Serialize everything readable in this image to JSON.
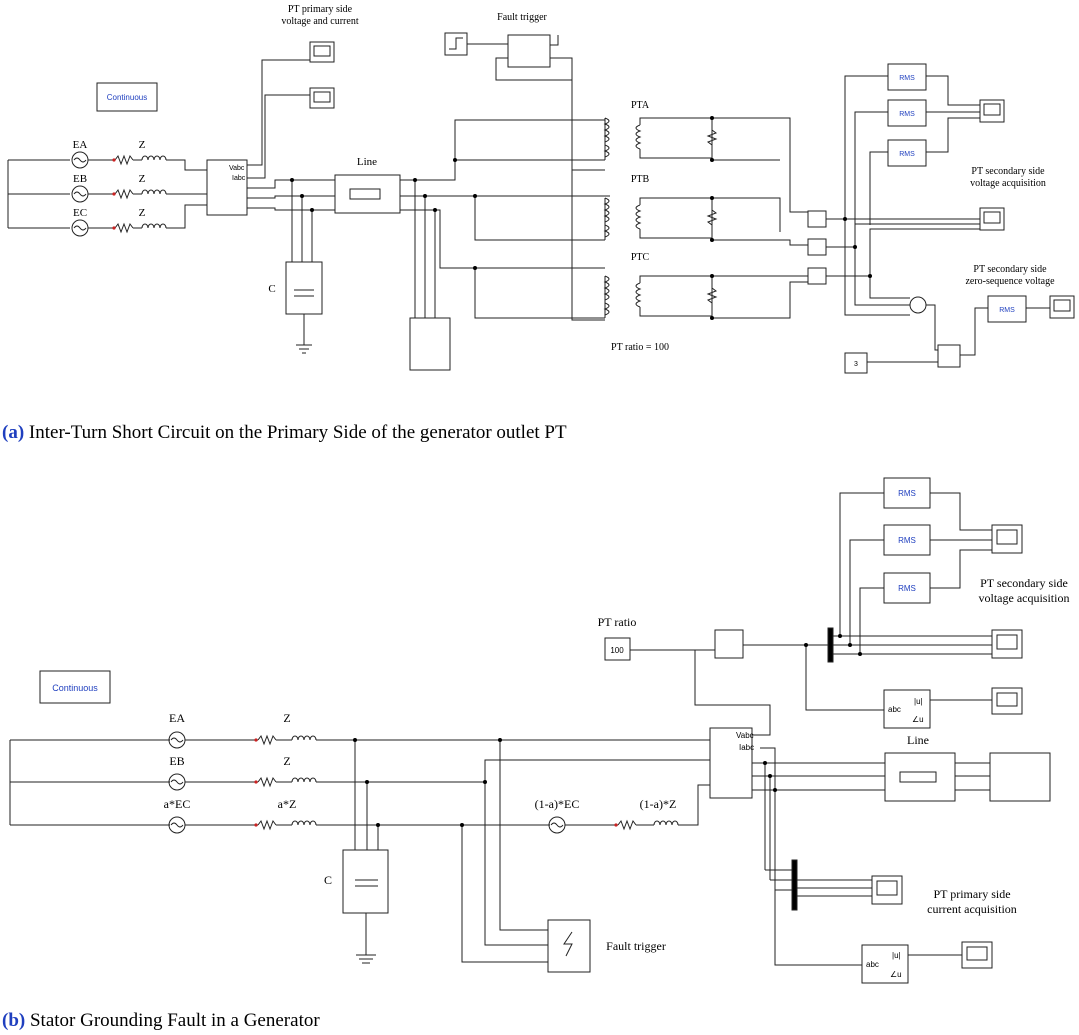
{
  "part_a": {
    "caption_letter": "(a)",
    "caption_text": " Inter-Turn Short Circuit on the Primary Side of the generator outlet PT",
    "solver": "Continuous",
    "sources": [
      "EA",
      "EB",
      "EC"
    ],
    "impedances": [
      "Z",
      "Z",
      "Z"
    ],
    "capacitor": "C",
    "line": "Line",
    "pt_primary_label": [
      "PT primary side",
      "voltage and current"
    ],
    "fault_trigger": "Fault trigger",
    "pts": [
      "PTA",
      "PTB",
      "PTC"
    ],
    "pt_ratio": "PT ratio = 100",
    "secondary_voltage_label": [
      "PT secondary side",
      "voltage acquisition"
    ],
    "zero_seq_label": [
      "PT secondary side",
      "zero-sequence voltage"
    ],
    "rms": "RMS",
    "gain_constant": "3"
  },
  "part_b": {
    "caption_letter": "(b)",
    "caption_text": " Stator Grounding Fault in a Generator",
    "solver": "Continuous",
    "sources": [
      "EA",
      "EB",
      "a*EC"
    ],
    "impedances": [
      "Z",
      "Z",
      "a*Z"
    ],
    "fault_source": "(1-a)*EC",
    "fault_impedance": "(1-a)*Z",
    "capacitor": "C",
    "line": "Line",
    "pt_ratio_label": "PT ratio",
    "pt_ratio_value": "100",
    "rms": "RMS",
    "secondary_voltage_label": [
      "PT secondary side",
      "voltage acquisition"
    ],
    "primary_current_label": [
      "PT primary side",
      "current acquisition"
    ],
    "fault_trigger": "Fault trigger"
  },
  "block_text": {
    "vabc": "Vabc",
    "iabc": "Iabc",
    "abs_u": "|u|",
    "angle_u": "∠u",
    "abc": "abc"
  },
  "colors": {
    "solver_text": "#1f3fbf",
    "caption_letter": "#1f3fbf",
    "rms_text": "#1f3fbf",
    "resistor_mark": "#cc2222"
  }
}
